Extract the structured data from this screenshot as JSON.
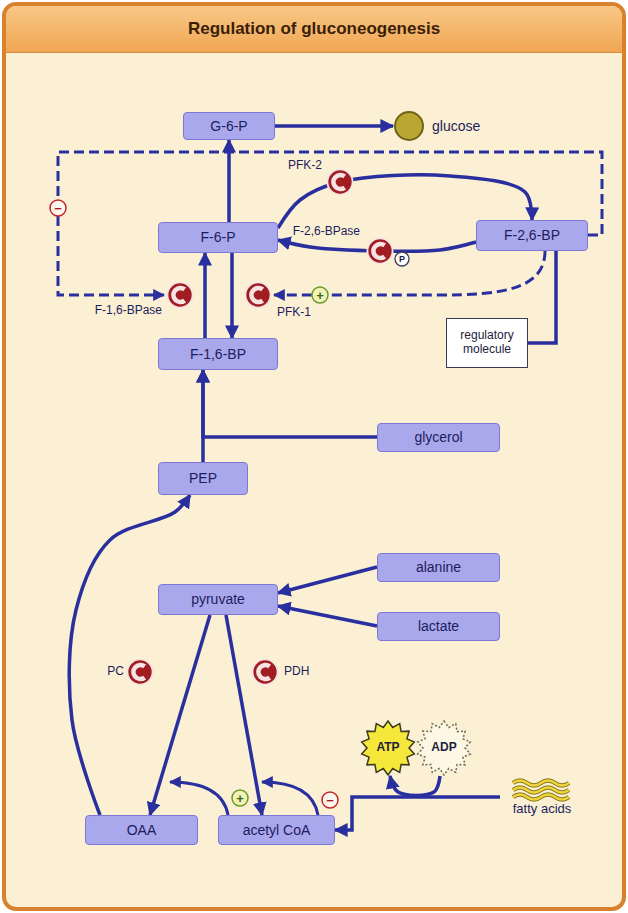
{
  "diagram": {
    "title": "Regulation of gluconeogenesis",
    "nodes": [
      {
        "text": [
          "G-6-P"
        ]
      },
      {
        "text": [
          "glucose"
        ]
      },
      {
        "text": [
          "F-6-P"
        ]
      },
      {
        "text": [
          "F-2,6-BP"
        ]
      },
      {
        "text": [
          "regulatory molecule"
        ]
      },
      {
        "text": [
          "F-1,6-BP"
        ]
      },
      {
        "text": [
          "glycerol"
        ]
      },
      {
        "text": [
          "PEP"
        ]
      },
      {
        "text": [
          "pyruvate"
        ]
      },
      {
        "text": [
          "alanine"
        ]
      },
      {
        "text": [
          "lactate"
        ]
      },
      {
        "text": [
          "ATP"
        ]
      },
      {
        "text": [
          "ADP"
        ]
      },
      {
        "text": [
          "fatty acids"
        ]
      },
      {
        "text": [
          "OAA"
        ]
      },
      {
        "text": [
          "acetyl CoA"
        ]
      }
    ],
    "edges": [
      {
        "from": 2,
        "to": 0,
        "arrow": "to"
      },
      {
        "from": 0,
        "to": 1,
        "arrow": "to"
      },
      {
        "from": 2,
        "to": 3,
        "arrow": "to"
      },
      {
        "from": 3,
        "to": 2,
        "arrow": "to"
      },
      {
        "from": 5,
        "to": 2,
        "arrow": "to"
      },
      {
        "from": 2,
        "to": 5,
        "arrow": "to"
      },
      {
        "from": 6,
        "to": 5,
        "arrow": "to"
      },
      {
        "from": 7,
        "to": 5,
        "arrow": "to"
      },
      {
        "from": 14,
        "to": 7,
        "arrow": "to"
      },
      {
        "from": 9,
        "to": 8,
        "arrow": "to"
      },
      {
        "from": 10,
        "to": 8,
        "arrow": "to"
      },
      {
        "from": 8,
        "to": 14,
        "arrow": "to"
      },
      {
        "from": 8,
        "to": 15,
        "arrow": "to"
      },
      {
        "from": 13,
        "to": 15,
        "arrow": "to"
      },
      {
        "from": 12,
        "to": 11,
        "arrow": "to"
      },
      {
        "from": 3,
        "to": 4,
        "arrow": "none"
      }
    ],
    "labels": [
      "PFK-2",
      "F-2,6-BPase",
      "P",
      "PFK-1",
      "F-1,6-BPase",
      "PC",
      "PDH",
      "−",
      "+",
      "+",
      "−"
    ]
  }
}
